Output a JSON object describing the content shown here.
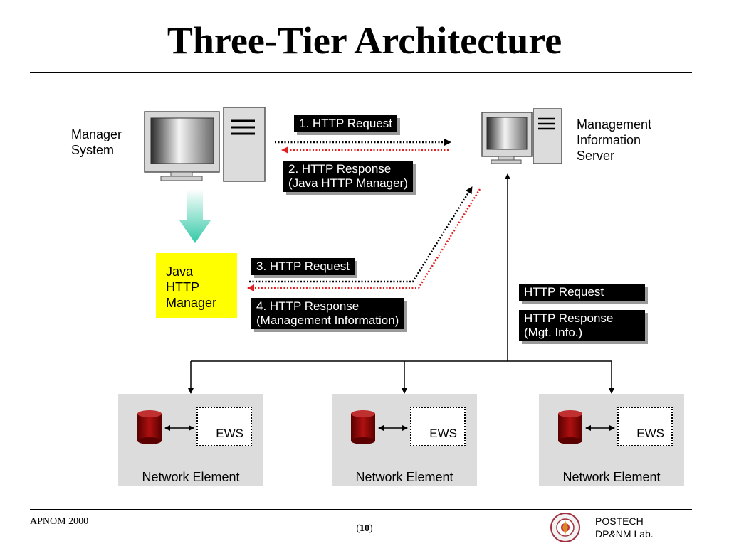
{
  "slide": {
    "title": "Three-Tier Architecture"
  },
  "nodes": {
    "manager_system": "Manager\nSystem",
    "management_server": "Management\nInformation\nServer",
    "java_manager": "Java\nHTTP\nManager",
    "network_elements": [
      {
        "label": "Network Element",
        "ews": "EWS"
      },
      {
        "label": "Network Element",
        "ews": "EWS"
      },
      {
        "label": "Network Element",
        "ews": "EWS"
      }
    ]
  },
  "messages": {
    "m1": "1. HTTP Request",
    "m2": "2. HTTP Response\n(Java HTTP Manager)",
    "m3": "3. HTTP Request",
    "m4": "4. HTTP Response\n   (Management Information)",
    "m5": "HTTP Request",
    "m6": "HTTP Response\n(Mgt. Info.)"
  },
  "footer": {
    "left": "APNOM 2000",
    "page_open": "(",
    "page_number": "10",
    "page_close": ")",
    "lab_line1": "POSTECH",
    "lab_line2": "DP&NM Lab."
  },
  "colors": {
    "request_arrow": "#000000",
    "response_arrow": "#e02020",
    "download_arrow": "#33c9a6",
    "java_box": "#ffff00",
    "database": "#8b0000"
  }
}
